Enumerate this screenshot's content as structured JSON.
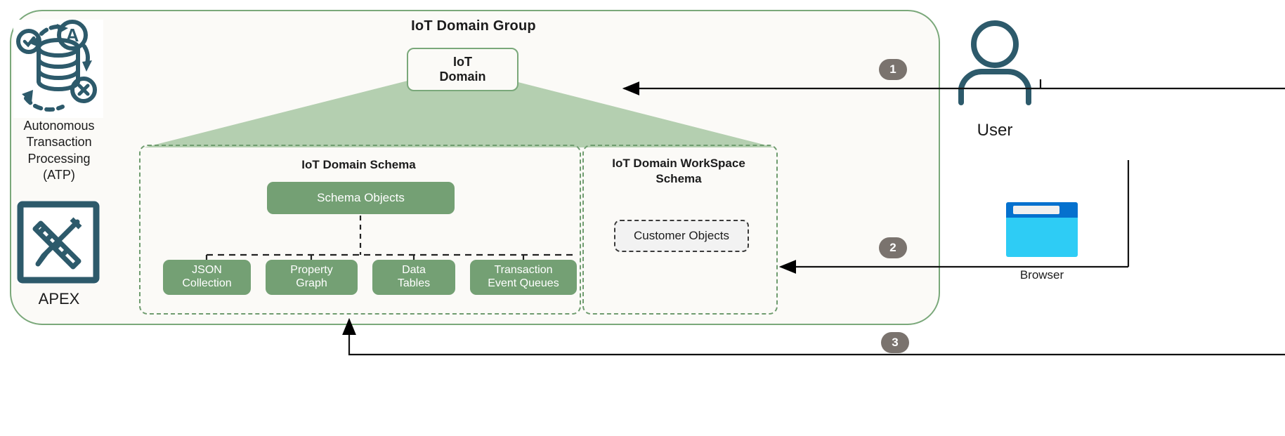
{
  "diagram": {
    "title": "IoT Domain Group",
    "colors": {
      "container_border": "#7aa87a",
      "container_fill": "#fbfaf7",
      "pyramid_fill": "#b4cfb0",
      "box_green": "#74a074",
      "icon_teal": "#2d5a6b",
      "badge_gray": "#7a736e",
      "browser_bar": "#0571ce",
      "browser_body": "#2eccf5",
      "dashed_green": "#6f9c6f",
      "dashed_dark": "#3a3a3a"
    }
  },
  "left_stack": {
    "atp": {
      "icon": "autonomous-transaction-processing-icon",
      "caption_line1": "Autonomous",
      "caption_line2": "Transaction",
      "caption_line3": "Processing",
      "caption_line4": "(ATP)"
    },
    "apex": {
      "icon": "apex-ruler-pencil-icon",
      "caption": "APEX"
    }
  },
  "pyramid": {
    "apex_box_line1": "IoT",
    "apex_box_line2": "Domain"
  },
  "schemas": [
    {
      "id": "iot-domain-schema",
      "title": "IoT Domain Schema",
      "root_node": "Schema Objects",
      "leaves": [
        {
          "line1": "JSON",
          "line2": "Collection"
        },
        {
          "line1": "Property",
          "line2": "Graph"
        },
        {
          "line1": "Data",
          "line2": "Tables"
        },
        {
          "line1": "Transaction",
          "line2": "Event Queues"
        }
      ]
    },
    {
      "id": "iot-domain-workspace-schema",
      "title_line1": "IoT Domain WorkSpace",
      "title_line2": "Schema",
      "node": "Customer Objects"
    }
  ],
  "actors": {
    "user": {
      "icon": "user-person-icon",
      "label": "User"
    },
    "browser": {
      "icon": "browser-window-icon",
      "label": "Browser"
    }
  },
  "steps": [
    {
      "number": "1"
    },
    {
      "number": "2"
    },
    {
      "number": "3"
    }
  ]
}
